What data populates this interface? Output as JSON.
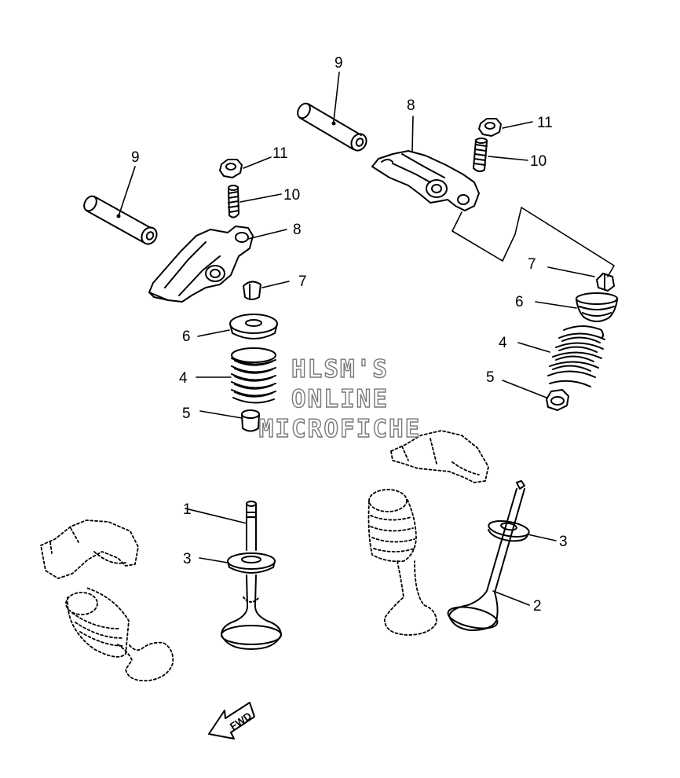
{
  "diagram": {
    "callouts": {
      "c1": "1",
      "c2": "2",
      "c3a": "3",
      "c3b": "3",
      "c4a": "4",
      "c4b": "4",
      "c5a": "5",
      "c5b": "5",
      "c6a": "6",
      "c6b": "6",
      "c7a": "7",
      "c7b": "7",
      "c8a": "8",
      "c8b": "8",
      "c9a": "9",
      "c9b": "9",
      "c10a": "10",
      "c10b": "10",
      "c11a": "11",
      "c11b": "11"
    },
    "fwd_label": "FWD"
  },
  "watermark": {
    "line1": "HLSM'S",
    "line2": "ONLINE",
    "line3": "MICROFICHE"
  },
  "colors": {
    "ink": "#000000",
    "watermark_outline": "#777777"
  }
}
